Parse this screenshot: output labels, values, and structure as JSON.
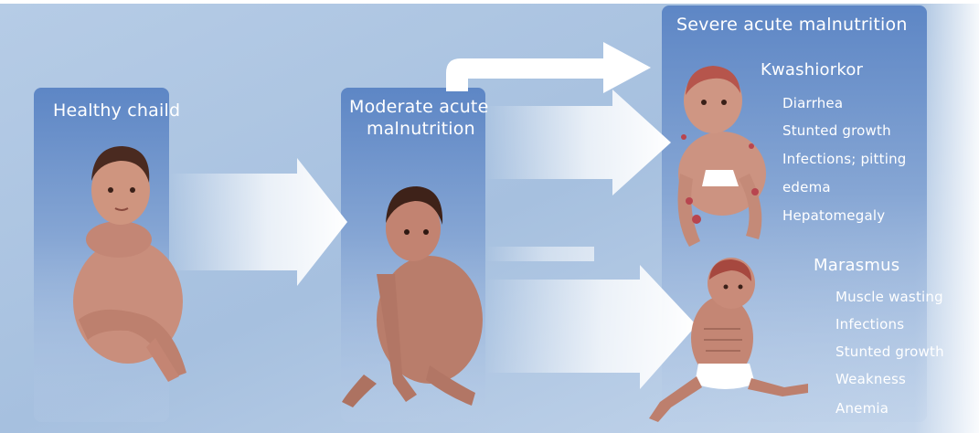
{
  "stages": {
    "healthy": {
      "title": "Healthy chaild"
    },
    "moderate": {
      "title_line1": "Moderate acute",
      "title_line2": "malnutrition"
    },
    "severe": {
      "title": "Severe acute malnutrition"
    }
  },
  "kwashiorkor": {
    "title": "Kwashiorkor",
    "symptoms": [
      "Diarrhea",
      "Stunted growth",
      "Infections; pitting",
      "edema",
      "Hepatomegaly"
    ]
  },
  "marasmus": {
    "title": "Marasmus",
    "symptoms": [
      "Muscle wasting",
      "Infections",
      "Stunted growth",
      "Weakness",
      "Anemia"
    ]
  },
  "colors": {
    "background": "#a9c2df",
    "panel": "#5f88c6",
    "arrow": "#ffffff",
    "skin": "#c98e7c",
    "hair": "#4a2a20",
    "lesion": "#b8454f",
    "diaper": "#ffffff"
  }
}
